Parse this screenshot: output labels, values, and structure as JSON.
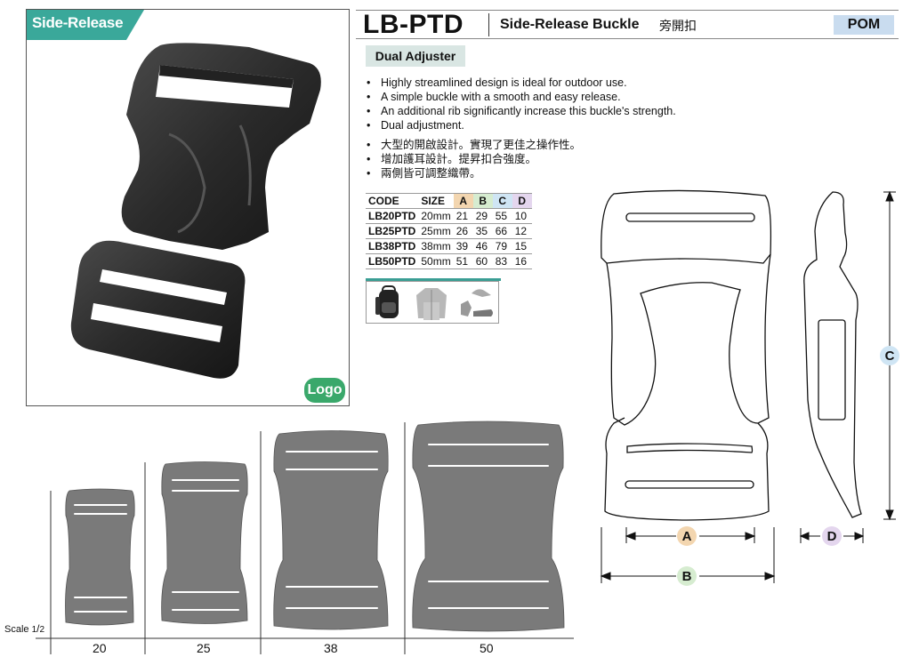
{
  "photo": {
    "tag": "Side-Release",
    "logo": "Logo"
  },
  "header": {
    "model": "LB-PTD",
    "name": "Side-Release Buckle",
    "name_zh": "旁開扣",
    "material": "POM"
  },
  "badge": "Dual Adjuster",
  "features_en": [
    "Highly streamlined design is  ideal for outdoor use.",
    "A simple buckle with a smooth and easy release.",
    "An additional rib significantly increase this buckle's strength.",
    "Dual adjustment."
  ],
  "features_zh": [
    "大型的開啟設計。實現了更佳之操作性。",
    "增加護耳設計。提昇扣合強度。",
    "兩側皆可調整織帶。"
  ],
  "table": {
    "headers": [
      "CODE",
      "SIZE",
      "A",
      "B",
      "C",
      "D"
    ],
    "rows": [
      [
        "LB20PTD",
        "20mm",
        "21",
        "29",
        "55",
        "10"
      ],
      [
        "LB25PTD",
        "25mm",
        "26",
        "35",
        "66",
        "12"
      ],
      [
        "LB38PTD",
        "38mm",
        "39",
        "46",
        "79",
        "15"
      ],
      [
        "LB50PTD",
        "50mm",
        "51",
        "60",
        "83",
        "16"
      ]
    ]
  },
  "usage_icons": [
    "backpack-icon",
    "jacket-icon",
    "cap-glove-shoe-icon"
  ],
  "scale": {
    "label": "Scale",
    "fraction_num": "1",
    "fraction_den": "2",
    "sizes": [
      "20",
      "25",
      "38",
      "50"
    ]
  },
  "dimensions": {
    "a": "A",
    "b": "B",
    "c": "C",
    "d": "D"
  },
  "colors": {
    "tag_teal": "#3aa89a",
    "logo_green": "#3aa86b",
    "material_blue": "#c9dcef",
    "dim_a": "#f3d6b0",
    "dim_b": "#d6ecd0",
    "dim_c": "#cfe5f4",
    "dim_d": "#e4d6ee",
    "silhouette_gray": "#7a7a7a"
  }
}
